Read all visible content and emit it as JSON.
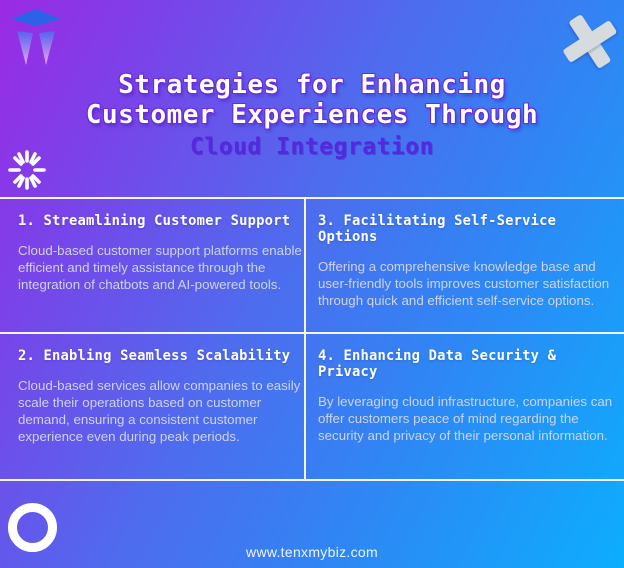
{
  "header": {
    "title_line1": "Strategies for Enhancing",
    "title_line2": "Customer Experiences Through",
    "title_line3": "Cloud Integration"
  },
  "cards": [
    {
      "heading": "1. Streamlining Customer Support",
      "body": "Cloud-based customer support platforms enable efficient and timely assistance through the integration of chatbots and AI-powered tools."
    },
    {
      "heading": "3. Facilitating Self-Service Options",
      "body": "Offering a comprehensive knowledge base and user-friendly tools improves customer satisfaction through quick and efficient self-service options."
    },
    {
      "heading": "2. Enabling Seamless Scalability",
      "body": "Cloud-based services allow companies to easily scale their operations based on customer demand, ensuring a consistent customer experience even during peak periods."
    },
    {
      "heading": "4. Enhancing Data Security & Privacy",
      "body": "By leveraging cloud infrastructure, companies can offer customers peace of mind regarding the security and privacy of their personal information."
    }
  ],
  "footer": {
    "website": "www.tenxmybiz.com"
  },
  "icons": {
    "logo": "brand-logo",
    "starburst": "starburst-icon",
    "cross": "x-cross-icon",
    "ring": "circle-ring-icon"
  },
  "colors": {
    "bg_gradient_start": "#9b2ae4",
    "bg_gradient_mid": "#4e6cee",
    "bg_gradient_end": "#0caefe",
    "accent_purple": "#5527de",
    "heading_white": "#ffffff",
    "body_text": "#cdd3ec",
    "divider": "#f4f6f9",
    "cross_gray": "#d6dbdf",
    "logo_blue": "#2b63e8",
    "logo_pink": "#f1a6f2"
  }
}
